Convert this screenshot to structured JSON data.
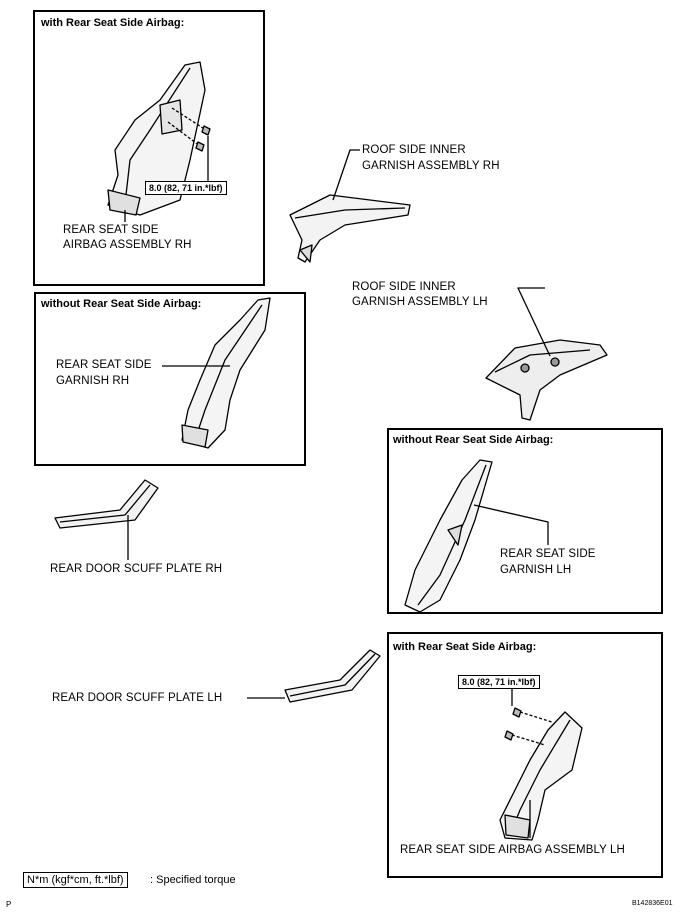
{
  "panels": {
    "top_left": {
      "title": "with Rear Seat Side Airbag:",
      "torque": "8.0 (82, 71 in.*lbf)",
      "part_line1": "REAR SEAT SIDE",
      "part_line2": "AIRBAG ASSEMBLY RH"
    },
    "mid_left": {
      "title": "without Rear Seat Side Airbag:",
      "part_line1": "REAR SEAT SIDE",
      "part_line2": "GARNISH RH"
    },
    "mid_right": {
      "title": "without Rear Seat Side Airbag:",
      "part_line1": "REAR SEAT SIDE",
      "part_line2": "GARNISH LH"
    },
    "bottom_right": {
      "title": "with Rear Seat Side Airbag:",
      "torque": "8.0 (82, 71 in.*lbf)",
      "part": "REAR SEAT SIDE AIRBAG ASSEMBLY LH"
    }
  },
  "labels": {
    "roof_rh_line1": "ROOF SIDE INNER",
    "roof_rh_line2": "GARNISH ASSEMBLY RH",
    "roof_lh_line1": "ROOF SIDE INNER",
    "roof_lh_line2": "GARNISH ASSEMBLY LH",
    "scuff_rh": "REAR DOOR SCUFF PLATE RH",
    "scuff_lh": "REAR DOOR SCUFF PLATE LH"
  },
  "legend": {
    "unit": "N*m (kgf*cm, ft.*lbf)",
    "text": ": Specified torque"
  },
  "footer": {
    "left": "P",
    "right": "B142836E01"
  }
}
